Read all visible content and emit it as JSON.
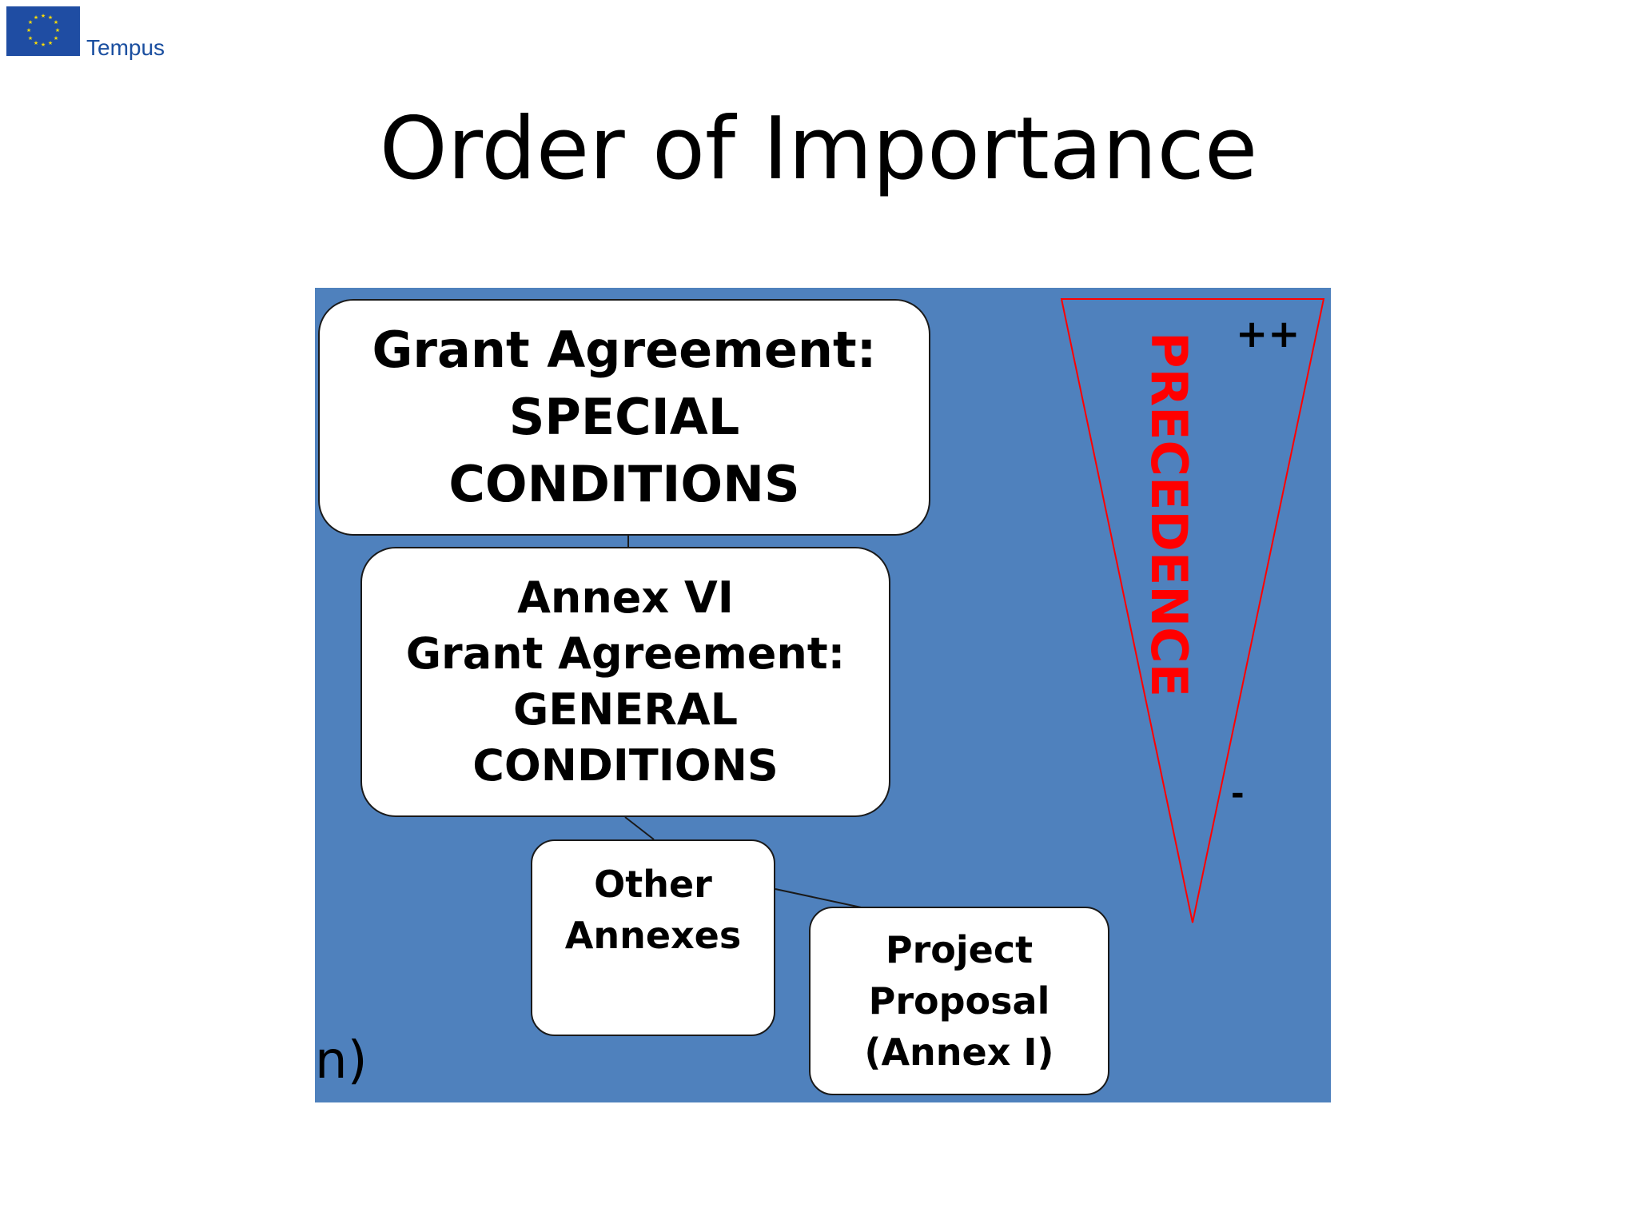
{
  "header": {
    "logo_text": "Tempus"
  },
  "slide": {
    "title": "Order of Importance"
  },
  "diagram": {
    "special_conditions": {
      "lines": [
        "Grant Agreement:",
        "SPECIAL",
        "CONDITIONS"
      ]
    },
    "general_conditions": {
      "lines": [
        "Annex VI",
        "Grant Agreement:",
        "GENERAL",
        "CONDITIONS"
      ]
    },
    "other_annexes": {
      "lines": [
        "Other",
        "Annexes"
      ]
    },
    "project_proposal": {
      "lines": [
        "Project",
        "Proposal",
        "(Annex I)"
      ]
    },
    "precedence": {
      "label": "PRECEDENCE",
      "high": "++",
      "low": "-"
    },
    "cutoff_text": "n)"
  },
  "colors": {
    "diagram_background": "#4f81bd",
    "precedence": "#ff0000",
    "box_fill": "#ffffff"
  }
}
